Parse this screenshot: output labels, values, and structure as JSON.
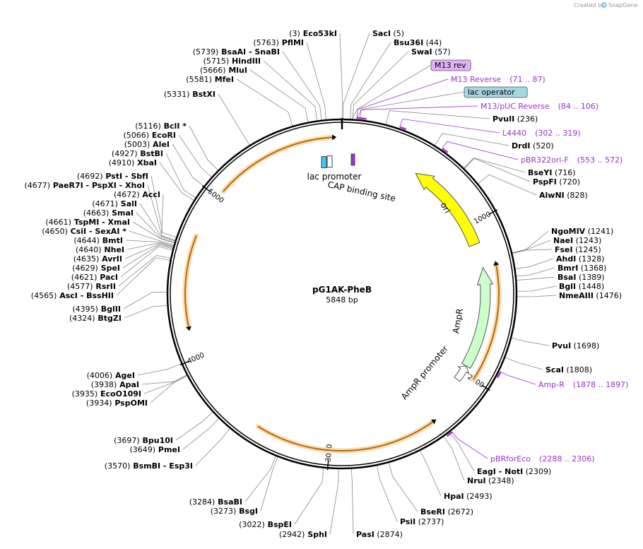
{
  "credit": "Created by",
  "credit_brand": "SnapGene",
  "plasmid": {
    "name": "pG1AK-PheB",
    "size_label": "5848 bp",
    "length": 5848
  },
  "ticks": [
    {
      "pos": 1000,
      "label": "1000"
    },
    {
      "pos": 2000,
      "label": "2000"
    },
    {
      "pos": 3000,
      "label": "3000"
    },
    {
      "pos": 4000,
      "label": "4000"
    },
    {
      "pos": 5000,
      "label": "5000"
    }
  ],
  "features": [
    {
      "name": "ori",
      "label": "ori",
      "start": 510,
      "end": 1130,
      "strand": -1,
      "color": "#ffff00",
      "label_on_arrow": true
    },
    {
      "name": "AmpR",
      "label": "AmpR",
      "start": 1290,
      "end": 1951,
      "strand": -1,
      "color": "#ccffcc",
      "label_on_arrow": true
    },
    {
      "name": "AmpR promoter",
      "label": "AmpR promoter",
      "start": 1952,
      "end": 2056,
      "strand": -1,
      "color": "#ffffff",
      "label_on_arrow": false
    },
    {
      "name": "lac promoter",
      "label": "lac promoter",
      "start": 5770,
      "end": 5800,
      "strand": 1,
      "color": "#ffffff",
      "label_on_arrow": false
    },
    {
      "name": "CAP binding site",
      "label": "CAP binding site",
      "start": 5730,
      "end": 5760,
      "strand": 1,
      "color": "#33ccff",
      "label_on_arrow": false
    }
  ],
  "orfs": [
    {
      "start": 5048,
      "end": 5790,
      "strand": 1
    },
    {
      "start": 1290,
      "end": 2000,
      "strand": -1
    },
    {
      "start": 2350,
      "end": 3450,
      "strand": -1
    },
    {
      "start": 4190,
      "end": 4740,
      "strand": -1
    }
  ],
  "boxed_labels": [
    {
      "text": "M13 rev",
      "fill": "#e3b0f5",
      "pos": 52
    },
    {
      "text": "lac operator",
      "fill": "#a3d6e0",
      "pos": 75
    }
  ],
  "primers": [
    {
      "name": "M13 Reverse",
      "range": "(71 .. 87)",
      "pos": 79
    },
    {
      "name": "M13/pUC Reverse",
      "range": "(84 .. 106)",
      "pos": 95
    },
    {
      "name": "L4440",
      "range": "(302 .. 319)",
      "pos": 310
    },
    {
      "name": "pBR322ori-F",
      "range": "(553 .. 572)",
      "pos": 562
    },
    {
      "name": "Amp-R",
      "range": "(1878 .. 1897)",
      "pos": 1887
    },
    {
      "name": "pBRforEco",
      "range": "(2288 .. 2306)",
      "pos": 2297
    }
  ],
  "sites_left": [
    {
      "pos": 3,
      "text": [
        "(3)",
        "Eco53kI"
      ]
    },
    {
      "pos": 5763,
      "text": [
        "(5763)",
        "PflMI"
      ]
    },
    {
      "pos": 5739,
      "text": [
        "(5739)",
        "BsaAI",
        "- SnaBI"
      ]
    },
    {
      "pos": 5715,
      "text": [
        "(5715)",
        "HindIII"
      ]
    },
    {
      "pos": 5666,
      "text": [
        "(5666)",
        "MluI"
      ]
    },
    {
      "pos": 5581,
      "text": [
        "(5581)",
        "MfeI"
      ]
    },
    {
      "pos": 5331,
      "text": [
        "(5331)",
        "BstXI"
      ]
    },
    {
      "pos": 5116,
      "text": [
        "(5116)",
        "BclI *"
      ]
    },
    {
      "pos": 5066,
      "text": [
        "(5066)",
        "EcoRI"
      ]
    },
    {
      "pos": 5003,
      "text": [
        "(5003)",
        "AleI"
      ]
    },
    {
      "pos": 4927,
      "text": [
        "(4927)",
        "BstBI"
      ]
    },
    {
      "pos": 4910,
      "text": [
        "(4910)",
        "XbaI"
      ]
    },
    {
      "pos": 4692,
      "text": [
        "(4692)",
        "PstI",
        "- SbfI"
      ]
    },
    {
      "pos": 4677,
      "text": [
        "(4677)",
        "PaeR7I",
        "- PspXI",
        "- XhoI"
      ]
    },
    {
      "pos": 4672,
      "text": [
        "(4672)",
        "AccI"
      ]
    },
    {
      "pos": 4671,
      "text": [
        "(4671)",
        "SalI"
      ]
    },
    {
      "pos": 4663,
      "text": [
        "(4663)",
        "SmaI"
      ]
    },
    {
      "pos": 4661,
      "text": [
        "(4661)",
        "TspMI",
        "- XmaI"
      ]
    },
    {
      "pos": 4650,
      "text": [
        "(4650)",
        "CsiI",
        "- SexAI *"
      ]
    },
    {
      "pos": 4644,
      "text": [
        "(4644)",
        "BmtI"
      ]
    },
    {
      "pos": 4640,
      "text": [
        "(4640)",
        "NheI"
      ]
    },
    {
      "pos": 4635,
      "text": [
        "(4635)",
        "AvrII"
      ]
    },
    {
      "pos": 4629,
      "text": [
        "(4629)",
        "SpeI"
      ]
    },
    {
      "pos": 4621,
      "text": [
        "(4621)",
        "PacI"
      ]
    },
    {
      "pos": 4577,
      "text": [
        "(4577)",
        "RsrII"
      ]
    },
    {
      "pos": 4565,
      "text": [
        "(4565)",
        "AscI",
        "- BssHII"
      ]
    },
    {
      "pos": 4395,
      "text": [
        "(4395)",
        "BglII"
      ]
    },
    {
      "pos": 4324,
      "text": [
        "(4324)",
        "BtgZI"
      ]
    },
    {
      "pos": 4006,
      "text": [
        "(4006)",
        "AgeI"
      ]
    },
    {
      "pos": 3938,
      "text": [
        "(3938)",
        "ApaI"
      ]
    },
    {
      "pos": 3935,
      "text": [
        "(3935)",
        "EcoO109I"
      ]
    },
    {
      "pos": 3934,
      "text": [
        "(3934)",
        "PspOMI"
      ]
    },
    {
      "pos": 3697,
      "text": [
        "(3697)",
        "Bpu10I"
      ]
    },
    {
      "pos": 3649,
      "text": [
        "(3649)",
        "PmeI"
      ]
    },
    {
      "pos": 3570,
      "text": [
        "(3570)",
        "BsmBI",
        "- Esp3I"
      ]
    },
    {
      "pos": 3284,
      "text": [
        "(3284)",
        "BsaBI"
      ]
    },
    {
      "pos": 3273,
      "text": [
        "(3273)",
        "BsgI"
      ]
    },
    {
      "pos": 3022,
      "text": [
        "(3022)",
        "BspEI"
      ]
    },
    {
      "pos": 2942,
      "text": [
        "(2942)",
        "SphI"
      ]
    }
  ],
  "sites_right": [
    {
      "pos": 5,
      "text": [
        "SacI",
        "(5)"
      ]
    },
    {
      "pos": 44,
      "text": [
        "Bsu36I",
        "(44)"
      ]
    },
    {
      "pos": 57,
      "text": [
        "SwaI",
        "(57)"
      ]
    },
    {
      "pos": 236,
      "text": [
        "PvuII",
        "(236)"
      ]
    },
    {
      "pos": 520,
      "text": [
        "DrdI",
        "(520)"
      ]
    },
    {
      "pos": 716,
      "text": [
        "BseYI",
        "(716)"
      ]
    },
    {
      "pos": 720,
      "text": [
        "PspFI",
        "(720)"
      ]
    },
    {
      "pos": 828,
      "text": [
        "AlwNI",
        "(828)"
      ]
    },
    {
      "pos": 1241,
      "text": [
        "NgoMIV",
        "(1241)"
      ]
    },
    {
      "pos": 1243,
      "text": [
        "NaeI",
        "(1243)"
      ]
    },
    {
      "pos": 1245,
      "text": [
        "FseI",
        "(1245)"
      ]
    },
    {
      "pos": 1328,
      "text": [
        "AhdI",
        "(1328)"
      ]
    },
    {
      "pos": 1368,
      "text": [
        "BmrI",
        "(1368)"
      ]
    },
    {
      "pos": 1389,
      "text": [
        "BsaI",
        "(1389)"
      ]
    },
    {
      "pos": 1448,
      "text": [
        "BglI",
        "(1448)"
      ]
    },
    {
      "pos": 1476,
      "text": [
        "NmeAIII",
        "(1476)"
      ]
    },
    {
      "pos": 1698,
      "text": [
        "PvuI",
        "(1698)"
      ]
    },
    {
      "pos": 1808,
      "text": [
        "ScaI",
        "(1808)"
      ]
    },
    {
      "pos": 2309,
      "text": [
        "EagI",
        "- NotI",
        "(2309)"
      ]
    },
    {
      "pos": 2348,
      "text": [
        "NruI",
        "(2348)"
      ]
    },
    {
      "pos": 2493,
      "text": [
        "HpaI",
        "(2493)"
      ]
    },
    {
      "pos": 2672,
      "text": [
        "BseRI",
        "(2672)"
      ]
    },
    {
      "pos": 2737,
      "text": [
        "PsiI",
        "(2737)"
      ]
    },
    {
      "pos": 2874,
      "text": [
        "PasI",
        "(2874)"
      ]
    }
  ]
}
